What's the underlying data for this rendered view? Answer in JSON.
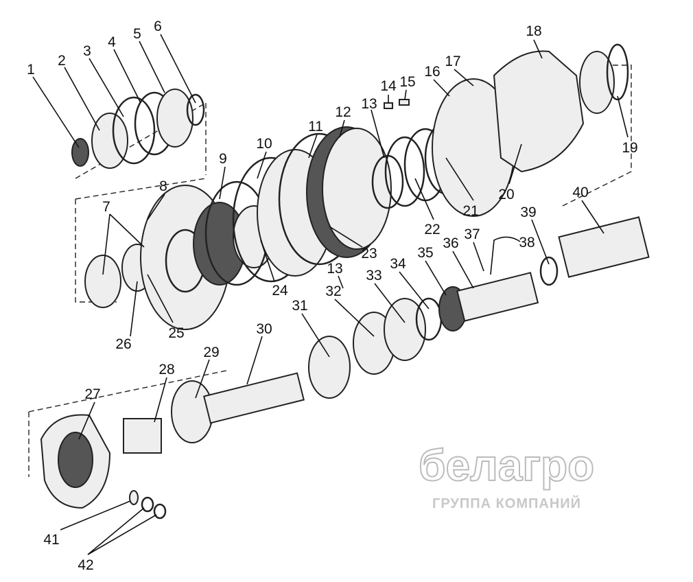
{
  "diagram": {
    "title": "",
    "part_labels": [
      "1",
      "2",
      "3",
      "4",
      "5",
      "6",
      "7",
      "8",
      "9",
      "10",
      "11",
      "12",
      "13",
      "14",
      "15",
      "16",
      "17",
      "18",
      "19",
      "20",
      "21",
      "22",
      "23",
      "24",
      "25",
      "26",
      "27",
      "28",
      "29",
      "30",
      "31",
      "32",
      "33",
      "34",
      "35",
      "36",
      "37",
      "38",
      "39",
      "40",
      "41",
      "42",
      "13"
    ],
    "watermark": {
      "brand": "белагро",
      "subtitle": "ГРУППА КОМПАНИЙ"
    }
  }
}
